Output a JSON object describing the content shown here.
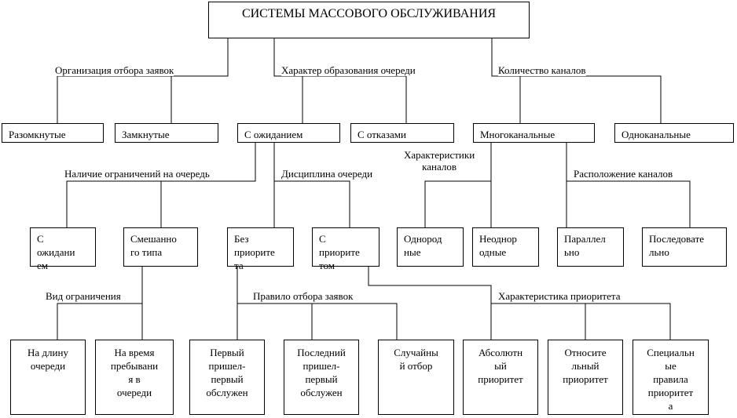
{
  "title": "СИСТЕМЫ МАССОВОГО ОБСЛУЖИВАНИЯ",
  "criteria": {
    "selection": "Организация отбора заявок",
    "queue_formation": "Характер образования очереди",
    "channel_count": "Количество каналов",
    "queue_limits": "Наличие ограничений на очередь",
    "queue_discipline": "Дисциплина очереди",
    "channel_characteristics": "Характеристики\nканалов",
    "channel_arrangement": "Расположение каналов",
    "limit_type": "Вид ограничения",
    "selection_rule": "Правило отбора заявок",
    "priority_characteristic": "Характеристика приоритета"
  },
  "nodes": {
    "open": "Разомкнутые",
    "closed": "Замкнутые",
    "waiting": "С ожиданием",
    "refusals": "С отказами",
    "multichannel": "Многоканальные",
    "singlechannel": "Одноканальные",
    "with_waiting": "С\nожидани\nем",
    "mixed": "Смешанно\nго типа",
    "no_priority": "Без\nприорите\nта",
    "priority": "С\nприорите\nтом",
    "homogeneous": "Однород\nные",
    "heterogeneous": "Неоднор\nодные",
    "parallel": "Параллел\nьно",
    "sequential": "Последовате\nльно",
    "queue_length": "На длину\nочереди",
    "stay_time": "На время\nпребывани\nя в\nочереди",
    "fifo": "Первый\nпришел-\nпервый\nобслужен",
    "lifo": "Последний\nпришел-\nпервый\nобслужен",
    "random": "Случайны\nй отбор",
    "absolute": "Абсолютн\nый\nприоритет",
    "relative": "Относите\nльный\nприоритет",
    "special": "Специальн\nые\nправила\nприоритет\nа"
  }
}
